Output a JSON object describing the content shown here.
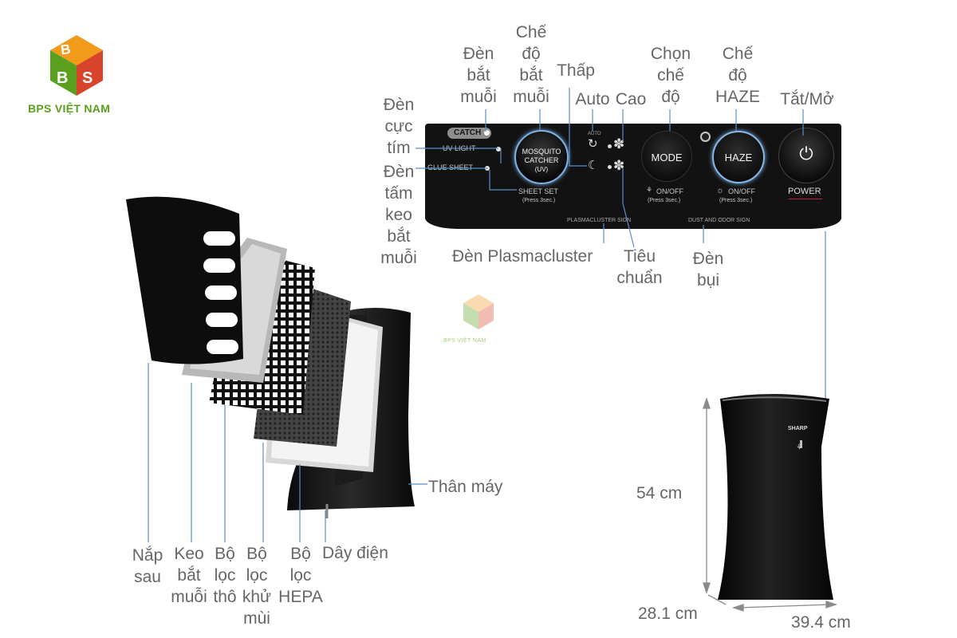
{
  "brand": {
    "name": "BPS VIỆT NAM",
    "watermark": "BPS VIỆT NAM"
  },
  "panel": {
    "catch": "CATCH",
    "uv_light": "UV LIGHT",
    "glue_sheet": "GLUE SHEET",
    "mosquito_catcher": [
      "MOSQUITO",
      "CATCHER",
      "(UV)"
    ],
    "sheet_set": "SHEET SET",
    "sheet_set_note": "(Press 3sec.)",
    "auto_icon_text": "AUTO",
    "mode": "MODE",
    "mode_onoff": "ON/OFF",
    "mode_note": "(Press 3sec.)",
    "haze": "HAZE",
    "haze_onoff": "ON/OFF",
    "haze_note": "(Press 3sec.)",
    "power": "POWER",
    "plasmacluster_sign": "PLASMACLUSTER SIGN",
    "dust_sign": "DUST AND ODOR SIGN"
  },
  "labels": {
    "den_bat_muoi": [
      "Đèn",
      "bắt",
      "muỗi"
    ],
    "che_do_bat_muoi": [
      "Chế",
      "độ",
      "bắt",
      "muỗi"
    ],
    "thap": "Thấp",
    "auto": "Auto",
    "cao": "Cao",
    "chon_che_do": [
      "Chọn",
      "chế",
      "độ"
    ],
    "che_do_haze": [
      "Chế",
      "độ",
      "HAZE"
    ],
    "tat_mo": "Tắt/Mở",
    "den_cuc_tim": [
      "Đèn",
      "cực",
      "tím"
    ],
    "den_tam_keo": [
      "Đèn",
      "tấm",
      "keo",
      "bắt",
      "muỗi"
    ],
    "den_plasmacluster": "Đèn Plasmacluster",
    "tieu_chuan": [
      "Tiêu",
      "chuẩn"
    ],
    "den_bui": [
      "Đèn",
      "bụi"
    ],
    "than_may": "Thân máy",
    "nap_sau": [
      "Nắp",
      "sau"
    ],
    "keo_bat_muoi": [
      "Keo",
      "bắt",
      "muỗi"
    ],
    "bo_loc_tho": [
      "Bộ",
      "lọc",
      "thô"
    ],
    "bo_loc_khu_mui": [
      "Bộ",
      "lọc",
      "khử",
      "mùi"
    ],
    "bo_loc_hepa": [
      "Bộ",
      "lọc",
      "HEPA"
    ],
    "day_dien": "Dây điện"
  },
  "device": {
    "brand": "SHARP"
  },
  "dimensions": {
    "height": "54 cm",
    "depth": "28.1 cm",
    "width": "39.4 cm"
  },
  "colors": {
    "leader": "#4a86c8",
    "panel": "#121212",
    "logo_green": "#5aa01e",
    "logo_orange": "#f29a1c",
    "logo_red": "#d8432c"
  }
}
